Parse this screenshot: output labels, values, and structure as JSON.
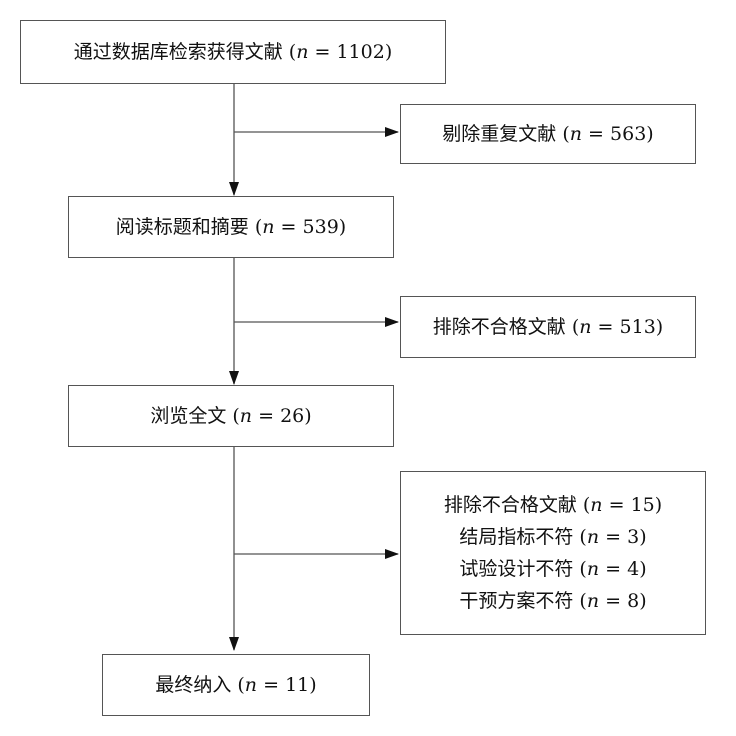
{
  "flow": {
    "step1": {
      "label": "通过数据库检索获得文献",
      "n": "1102"
    },
    "excl1": {
      "label": "剔除重复文献",
      "n": "563"
    },
    "step2": {
      "label": "阅读标题和摘要",
      "n": "539"
    },
    "excl2": {
      "label": "排除不合格文献",
      "n": "513"
    },
    "step3": {
      "label": "浏览全文",
      "n": "26"
    },
    "excl3": {
      "label": "排除不合格文献",
      "n": "15",
      "reasons": [
        {
          "label": "结局指标不符",
          "n": "3"
        },
        {
          "label": "试验设计不符",
          "n": "4"
        },
        {
          "label": "干预方案不符",
          "n": "8"
        }
      ]
    },
    "final": {
      "label": "最终纳入",
      "n": "11"
    }
  },
  "n_symbol": "n",
  "equals": "=",
  "colors": {
    "line": "#555555",
    "arrow": "#111111",
    "text": "#111111"
  }
}
